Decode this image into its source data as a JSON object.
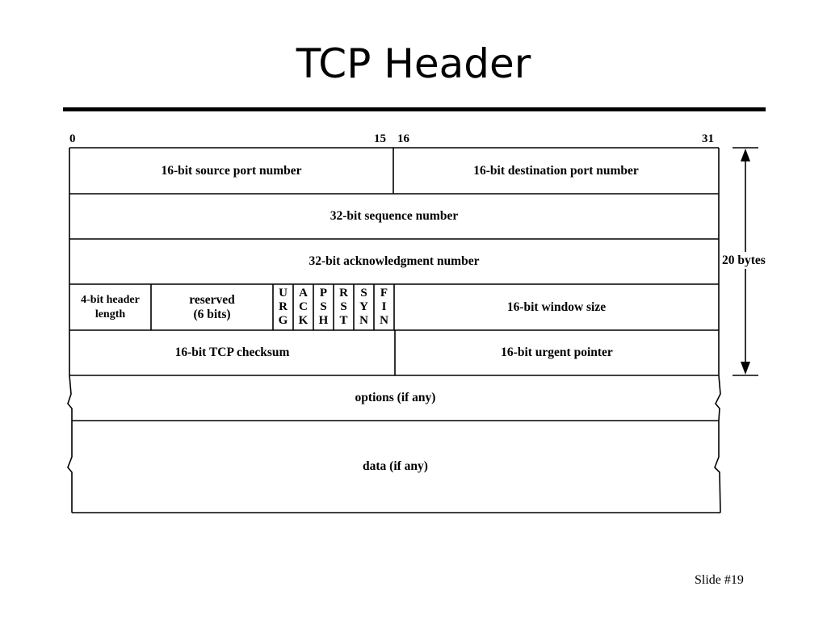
{
  "slide": {
    "title": "TCP Header",
    "slide_number": "Slide #19"
  },
  "diagram": {
    "bit_positions": [
      "0",
      "15",
      "16",
      "31"
    ],
    "fields": {
      "source_port": "16-bit source port number",
      "destination_port": "16-bit destination port number",
      "sequence_number": "32-bit sequence number",
      "ack_number": "32-bit acknowledgment number",
      "header_length": "4-bit header\nlength",
      "reserved": "reserved\n(6 bits)",
      "window_size": "16-bit window size",
      "checksum": "16-bit TCP checksum",
      "urgent_pointer": "16-bit urgent pointer",
      "options": "options (if any)",
      "data": "data (if any)"
    },
    "flags": [
      "URG",
      "ACK",
      "PSH",
      "RST",
      "SYN",
      "FIN"
    ],
    "size_label": "20 bytes"
  }
}
